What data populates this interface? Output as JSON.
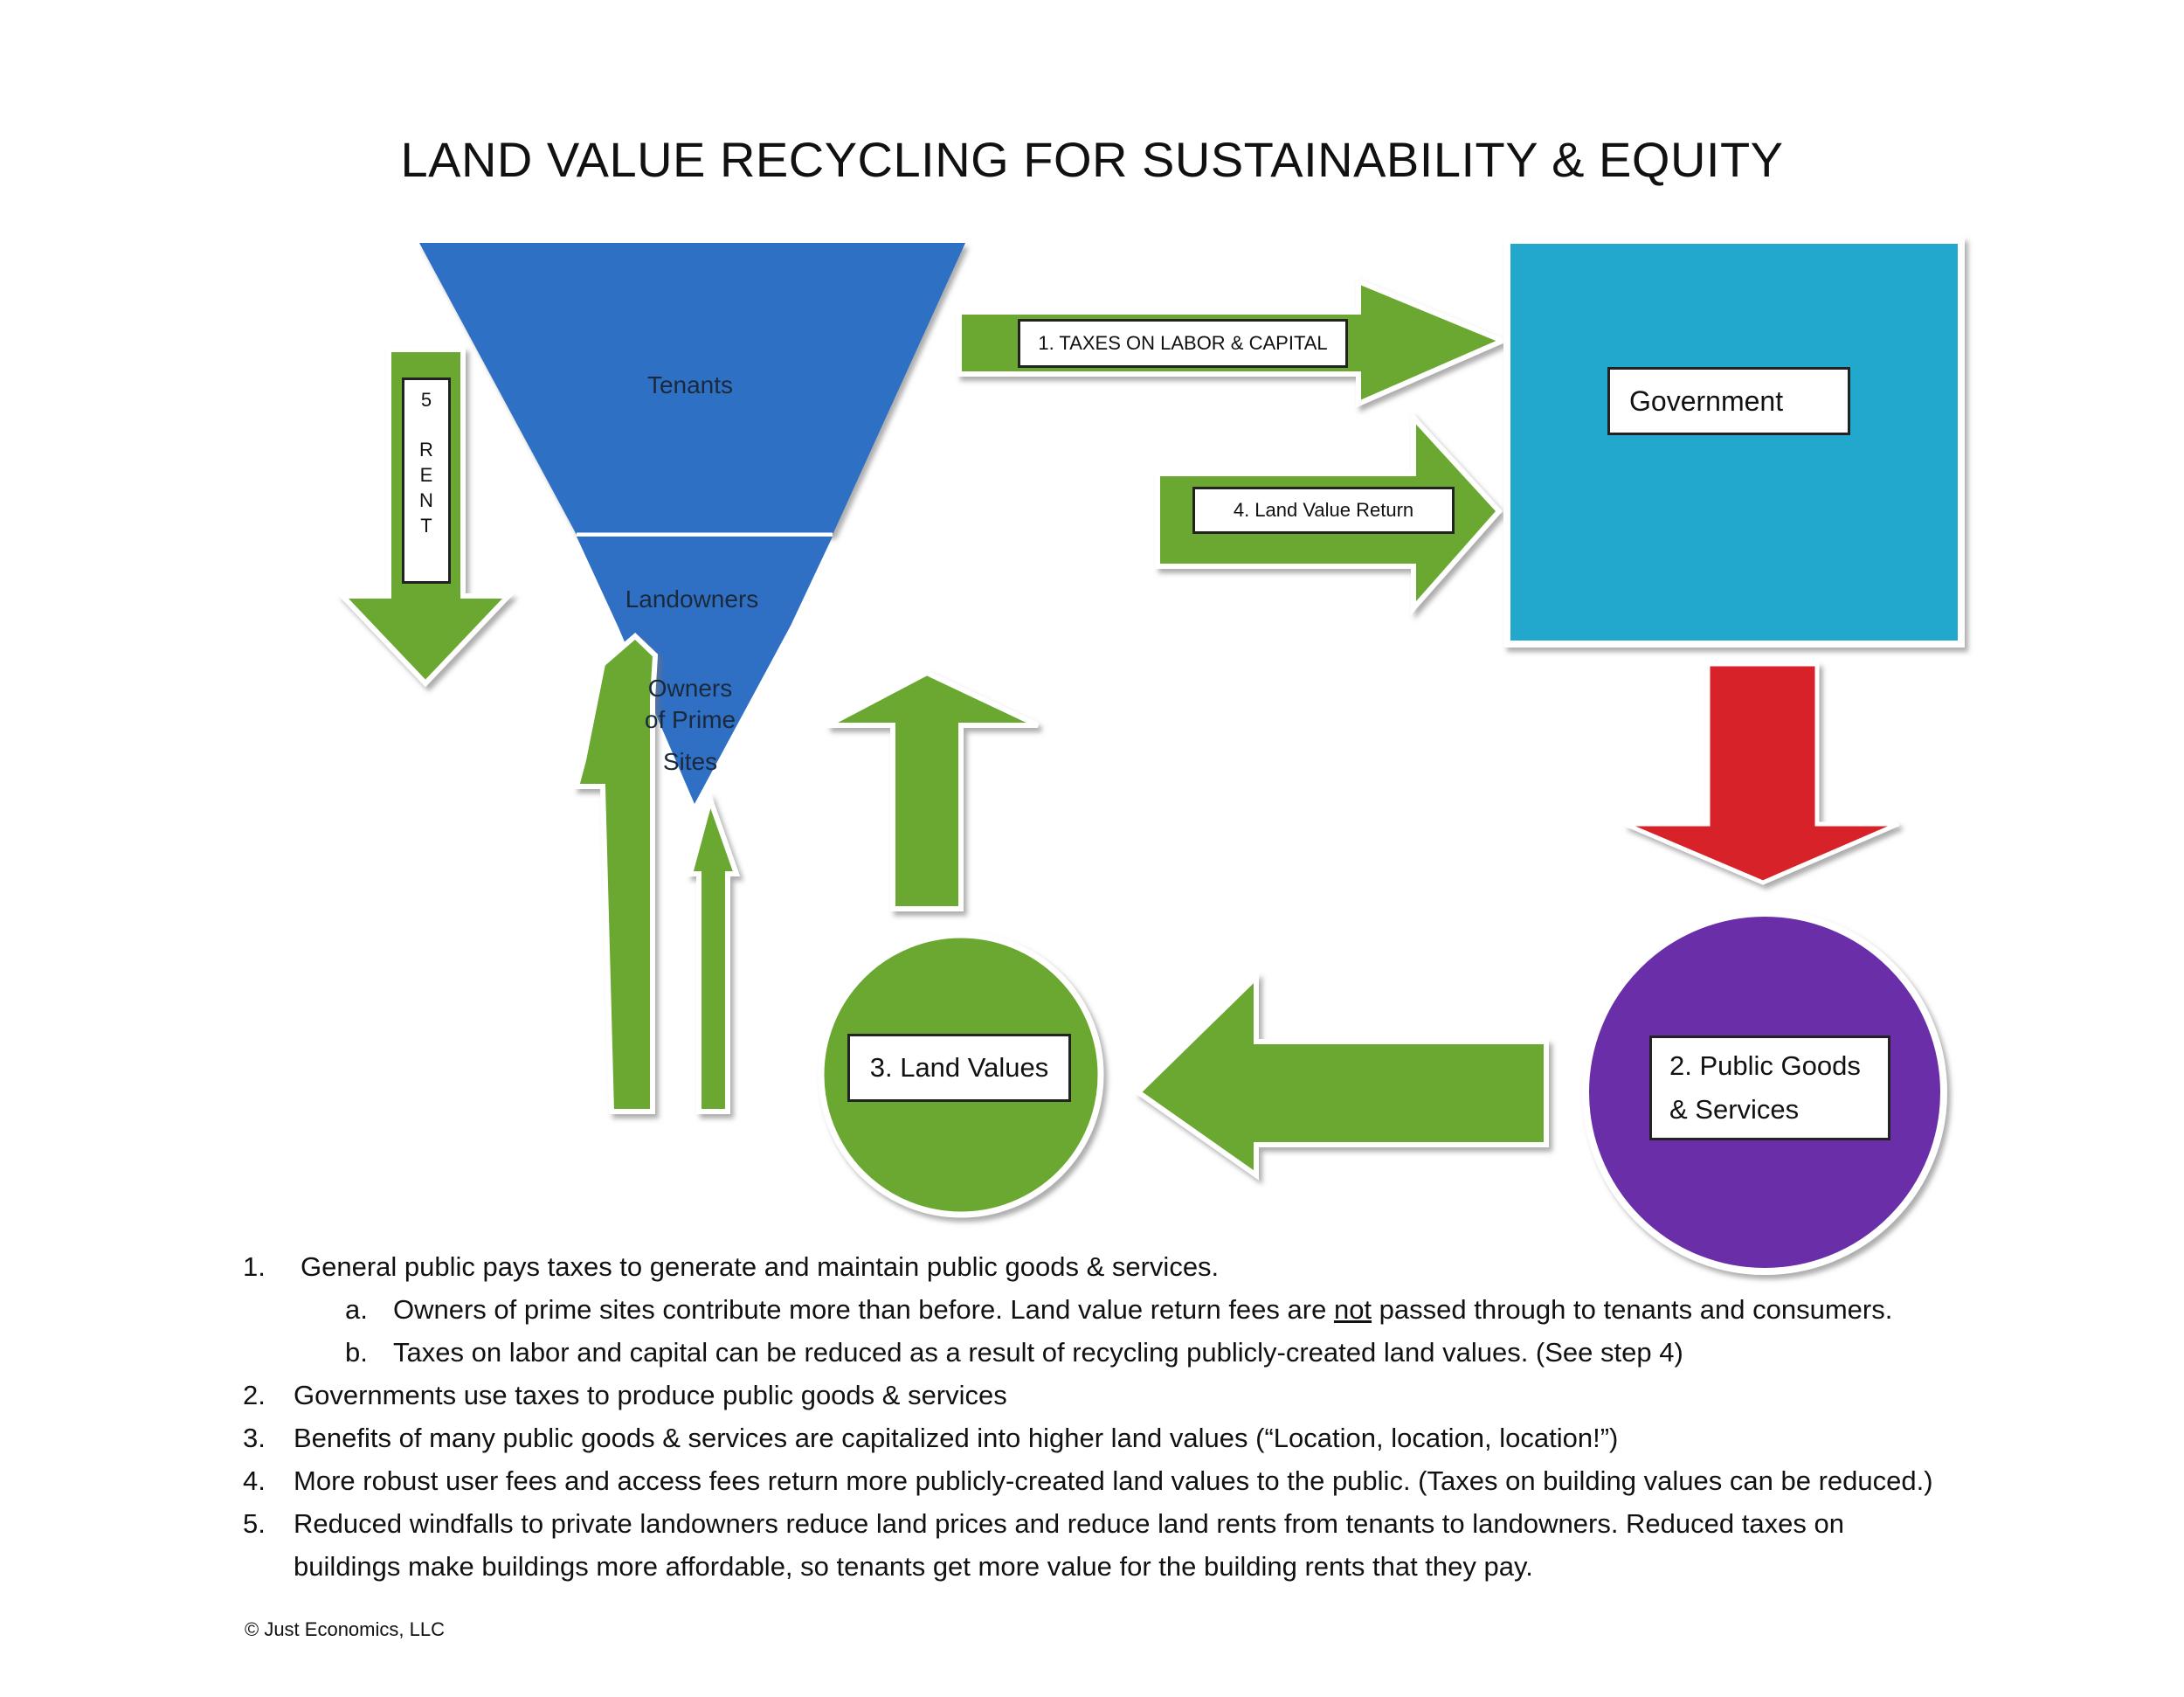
{
  "title": "LAND VALUE RECYCLING FOR SUSTAINABILITY & EQUITY",
  "triangle": {
    "top_label": "Tenants",
    "middle_label": "Landowners",
    "bottom_label_lines": [
      "Owners",
      "of Prime",
      "Sites"
    ]
  },
  "rent_box": {
    "number": "5",
    "letters": [
      "R",
      "E",
      "N",
      "T"
    ]
  },
  "arrows": {
    "taxes_label": "1.  TAXES ON LABOR & CAPITAL",
    "land_value_return_label": "4. Land Value Return"
  },
  "government_label": "Government",
  "public_goods_lines": [
    "2.  Public Goods",
    "&    Services"
  ],
  "land_values_label": "3.  Land Values",
  "notes": [
    {
      "num": "1.",
      "text": "General public pays taxes to generate and maintain public goods & services."
    },
    {
      "num": "a.",
      "sub": true,
      "before": "Owners of prime sites contribute more than before.  Land value return fees are ",
      "underlined": "not",
      "after": " passed through to tenants and consumers."
    },
    {
      "num": "b.",
      "sub": true,
      "text": "Taxes on labor and capital can be reduced as a result of recycling publicly-created land values.  (See step 4)"
    },
    {
      "num": "2.",
      "text": "Governments use taxes  to produce public goods & services"
    },
    {
      "num": "3.",
      "text": "Benefits of many public goods & services are capitalized into higher land values (“Location, location, location!”)"
    },
    {
      "num": "4.",
      "text": "More robust user fees and access fees return more publicly-created land values to the public.  (Taxes on building values can be reduced.)"
    },
    {
      "num": "5.",
      "text": "Reduced windfalls to private landowners reduce land prices and reduce land rents from tenants to landowners.  Reduced taxes on"
    },
    {
      "num": "",
      "text": "buildings make buildings more affordable, so tenants get more value for the building rents that they pay."
    }
  ],
  "copyright": "© Just Economics, LLC",
  "colors": {
    "triangle_blue": "#2f6fc4",
    "government_cyan": "#24a8cc",
    "arrow_green": "#6aa832",
    "down_arrow_red": "#d8232c",
    "public_goods_purple": "#6a2fa8"
  }
}
